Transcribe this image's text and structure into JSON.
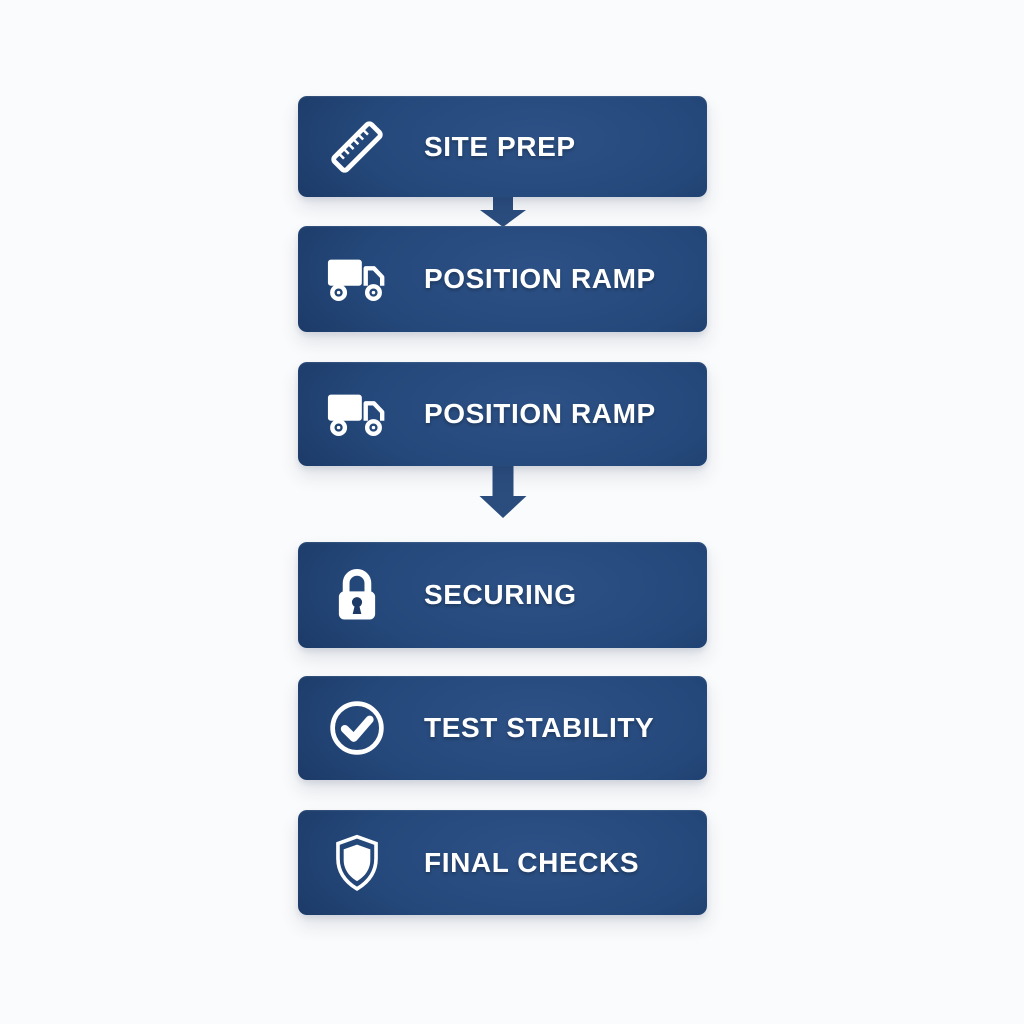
{
  "page": {
    "background_color": "#fafbfc"
  },
  "flowchart": {
    "box_gradient_light": "#2d5186",
    "box_gradient_mid": "#24487a",
    "box_gradient_dark": "#16305a",
    "arrow_color": "#2b4d7e",
    "label_color": "#ffffff",
    "steps": [
      {
        "label": "SITE PREP",
        "icon": "ruler-icon"
      },
      {
        "label": "POSITION RAMP",
        "icon": "truck-icon"
      },
      {
        "label": "POSITION RAMP",
        "icon": "truck-icon"
      },
      {
        "label": "SECURING",
        "icon": "lock-icon"
      },
      {
        "label": "TEST STABILITY",
        "icon": "check-circle-icon"
      },
      {
        "label": "FINAL CHECKS",
        "icon": "shield-icon"
      }
    ],
    "connectors": [
      {
        "from_step": 1,
        "to_step": 2,
        "type": "arrow-down",
        "length": "short"
      },
      {
        "from_step": 3,
        "to_step": 4,
        "type": "arrow-down",
        "length": "long"
      }
    ]
  }
}
